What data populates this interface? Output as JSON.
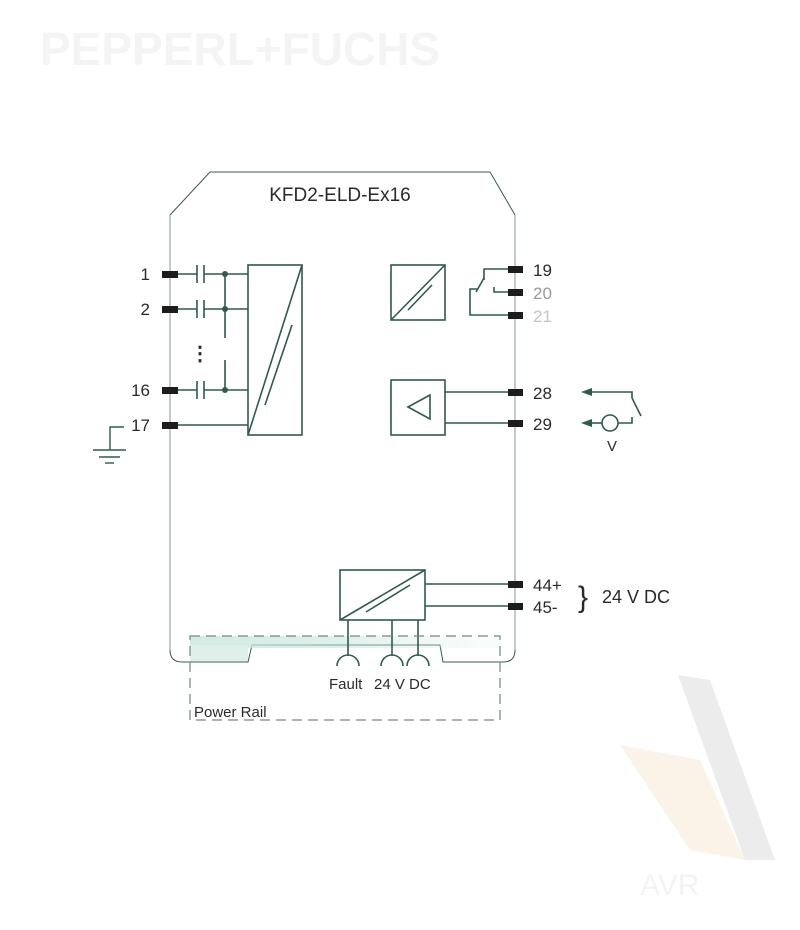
{
  "watermark": {
    "brand": "PEPPERL+FUCHS",
    "corner_logo": "AVR"
  },
  "device": {
    "title": "KFD2-ELD-Ex16"
  },
  "inputs": {
    "terminals": [
      "1",
      "2",
      "16",
      "17"
    ],
    "ellipsis": "⋮"
  },
  "relay": {
    "terminals": [
      "19",
      "20",
      "21"
    ]
  },
  "signal": {
    "terminals": [
      "28",
      "29"
    ],
    "voltage_label": "V"
  },
  "power": {
    "terminals": [
      "44+",
      "45-"
    ],
    "supply_label": "24 V DC"
  },
  "rail": {
    "fault_label": "Fault",
    "dc_label": "24 V DC",
    "power_rail_label": "Power Rail"
  },
  "colors": {
    "wire": "#2f5a4e",
    "terminal": "#1c1c1c",
    "rail_glow": "#cfe9e2"
  }
}
